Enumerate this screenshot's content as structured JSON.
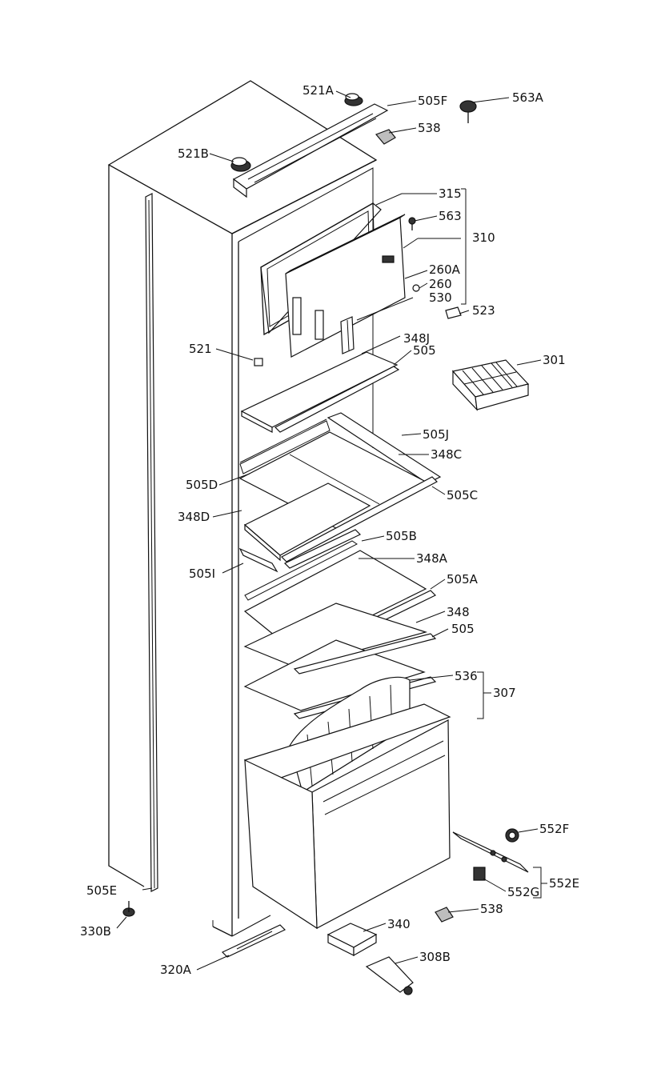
{
  "colors": {
    "line": "#111111",
    "background": "#ffffff"
  },
  "labels": {
    "l_521A": "521A",
    "l_505F": "505F",
    "l_563A": "563A",
    "l_538_top": "538",
    "l_521B": "521B",
    "l_315": "315",
    "l_563": "563",
    "l_310": "310",
    "l_260A": "260A",
    "l_260": "260",
    "l_530": "530",
    "l_523": "523",
    "l_521": "521",
    "l_348J": "348J",
    "l_505_a": "505",
    "l_301": "301",
    "l_505J": "505J",
    "l_348C": "348C",
    "l_505D": "505D",
    "l_505C": "505C",
    "l_348D": "348D",
    "l_505B": "505B",
    "l_348A": "348A",
    "l_505I": "505I",
    "l_505A": "505A",
    "l_348": "348",
    "l_505_b": "505",
    "l_536": "536",
    "l_307": "307",
    "l_552F": "552F",
    "l_505E": "505E",
    "l_552E": "552E",
    "l_552G": "552G",
    "l_330B": "330B",
    "l_538_bot": "538",
    "l_340": "340",
    "l_308B": "308B",
    "l_320A": "320A"
  }
}
